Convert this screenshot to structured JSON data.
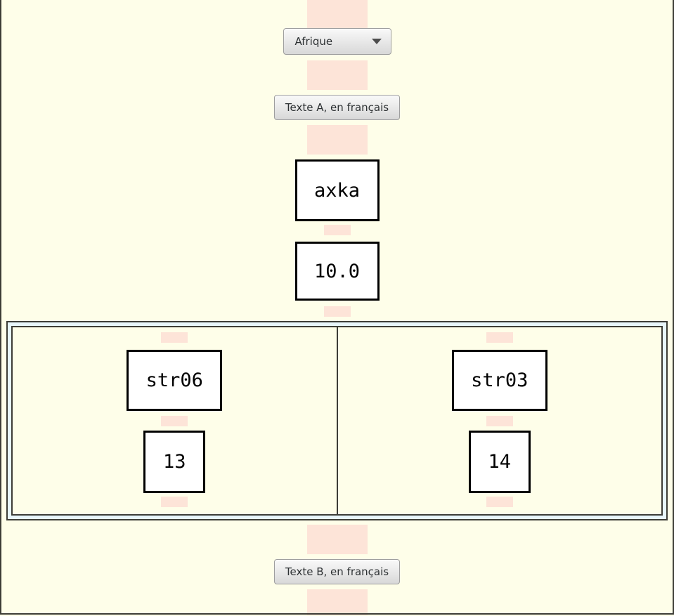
{
  "colors": {
    "background": "#fefee9",
    "connector_pink": "#fde4d8",
    "panel_band_blue": "#e8f6fb",
    "frame_dark": "#3d3d37",
    "node_border": "#000000",
    "button_face_top": "#f9f9f9",
    "button_face_bottom": "#d8d8d8",
    "button_border": "#9e9e9e",
    "button_text": "#2d3133"
  },
  "region_select": {
    "value": "Afrique"
  },
  "buttons": {
    "text_a": "Texte A, en français",
    "text_b": "Texte B, en français"
  },
  "nodes": {
    "name": "axka",
    "number": "10.0"
  },
  "panel": {
    "columns": [
      {
        "name": "str06",
        "value": "13"
      },
      {
        "name": "str03",
        "value": "14"
      }
    ]
  }
}
